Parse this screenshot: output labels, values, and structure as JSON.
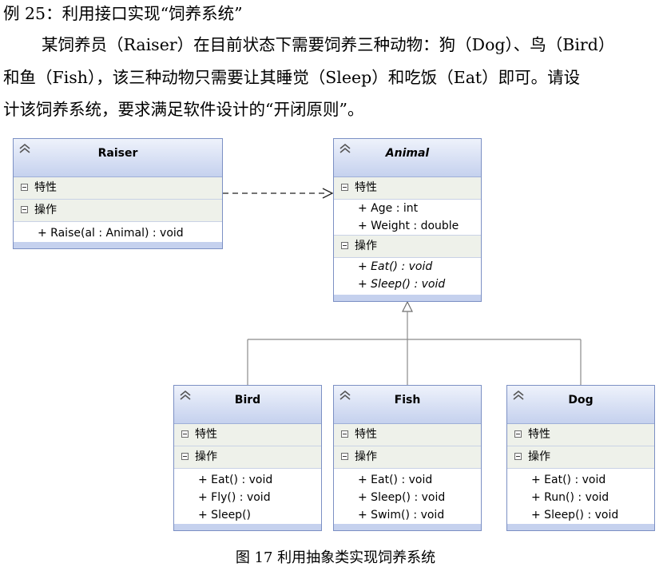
{
  "text": {
    "example_title": "例 25：利用接口实现“饲养系统”",
    "paragraph_line1": "某饲养员（Raiser）在目前状态下需要饲养三种动物：狗（Dog）、鸟（Bird）",
    "paragraph_line2": "和鱼（Fish），该三种动物只需要让其睡觉（Sleep）和吃饭（Eat）即可。请设",
    "paragraph_line3": "计该饲养系统，要求满足软件设计的“开闭原则”。",
    "caption": "图 17  利用抽象类实现饲养系统"
  },
  "classes": {
    "raiser": {
      "name": "Raiser",
      "attributes_label": "特性",
      "operations_label": "操作",
      "operations": [
        "+ Raise(al : Animal) : void"
      ]
    },
    "animal": {
      "name": "Animal",
      "abstract": true,
      "attributes_label": "特性",
      "attributes": [
        "+ Age : int",
        "+ Weight : double"
      ],
      "operations_label": "操作",
      "operations": [
        "+ Eat() : void",
        "+ Sleep() : void"
      ]
    },
    "bird": {
      "name": "Bird",
      "attributes_label": "特性",
      "operations_label": "操作",
      "operations": [
        "+ Eat() : void",
        "+ Fly() : void",
        "+ Sleep()"
      ]
    },
    "fish": {
      "name": "Fish",
      "attributes_label": "特性",
      "operations_label": "操作",
      "operations": [
        "+ Eat() : void",
        "+ Sleep() : void",
        "+ Swim() : void"
      ]
    },
    "dog": {
      "name": "Dog",
      "attributes_label": "特性",
      "operations_label": "操作",
      "operations": [
        "+ Eat() : void",
        "+ Run() : void",
        "+ Sleep() : void"
      ]
    }
  },
  "relations": [
    {
      "type": "dependency",
      "from": "Raiser",
      "to": "Animal"
    },
    {
      "type": "generalization",
      "from": "Bird",
      "to": "Animal"
    },
    {
      "type": "generalization",
      "from": "Fish",
      "to": "Animal"
    },
    {
      "type": "generalization",
      "from": "Dog",
      "to": "Animal"
    }
  ],
  "colors": {
    "class_border": "#7c90c4",
    "header_gradient_top": "#eef2fb",
    "header_gradient_bottom": "#c5d1ee",
    "section_background": "#eef1ea",
    "connector": "#7f7f7f"
  }
}
